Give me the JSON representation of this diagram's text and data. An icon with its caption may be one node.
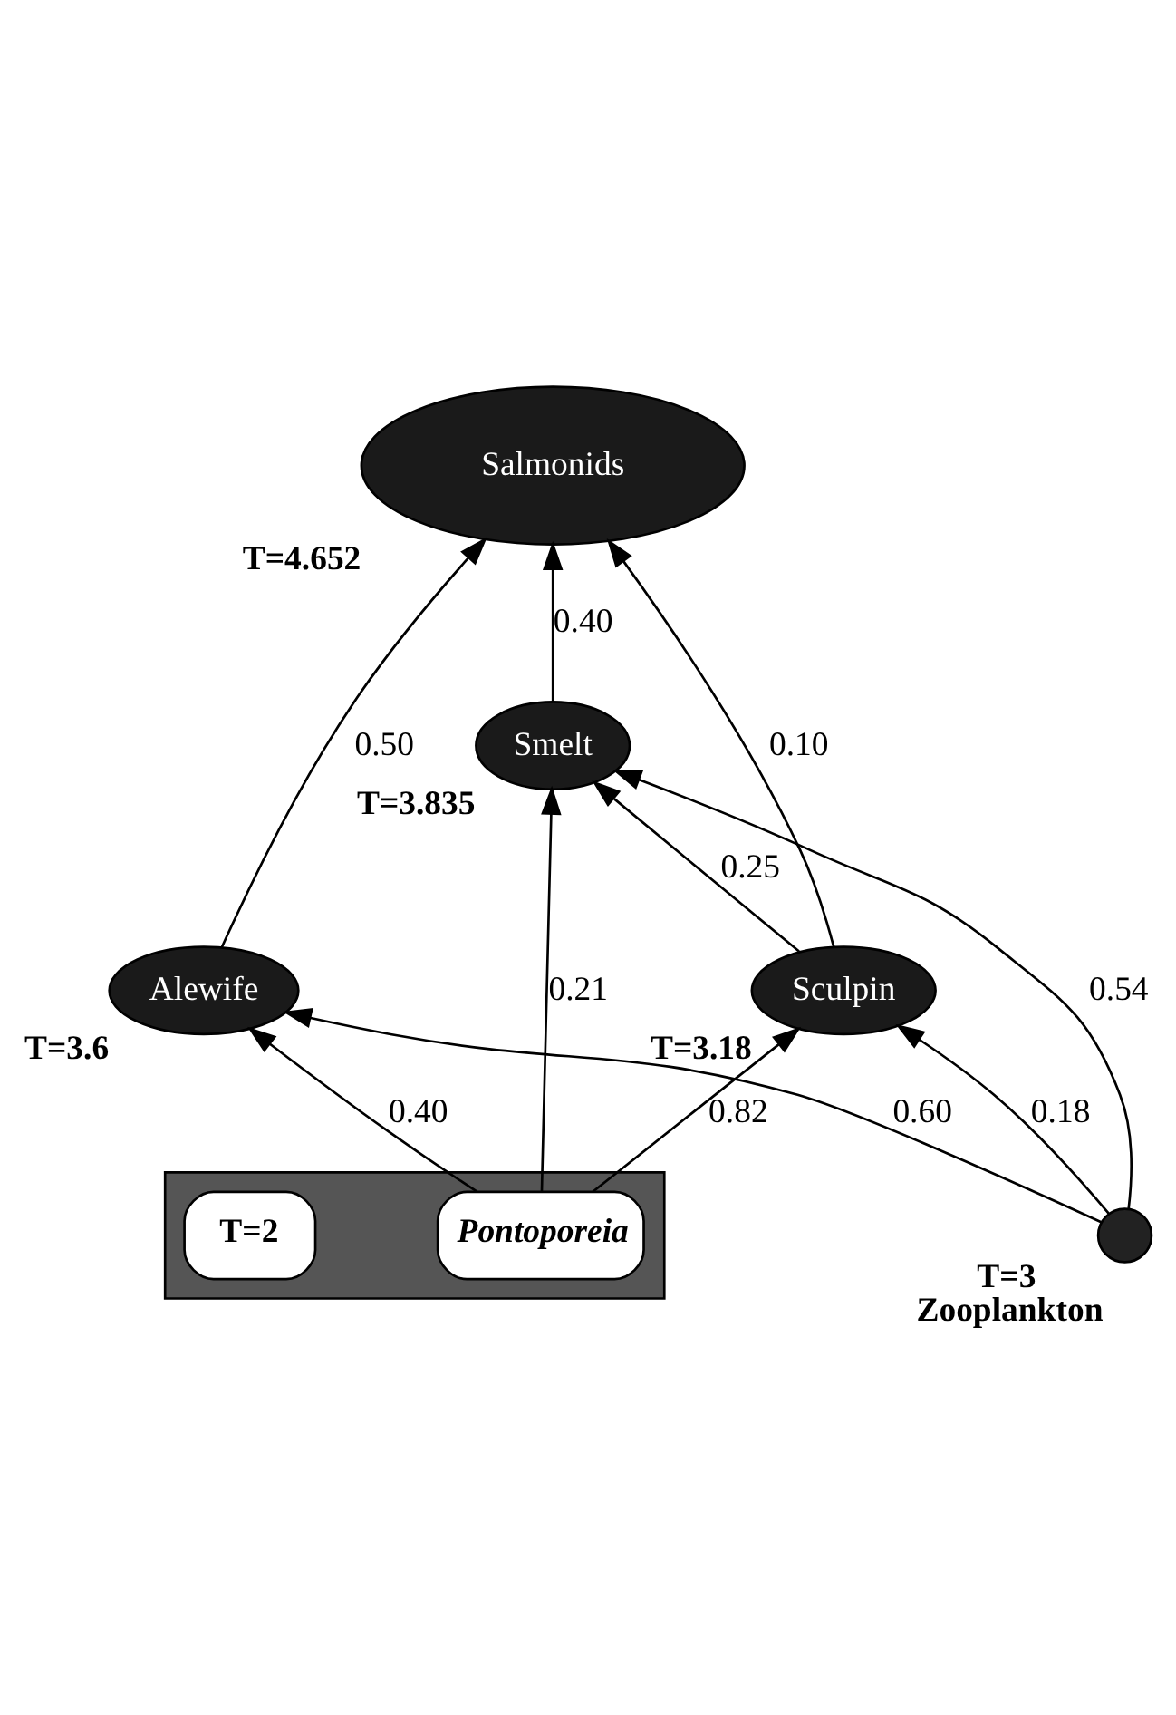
{
  "diagram": {
    "nodes": [
      {
        "text": [
          "Salmonids"
        ],
        "beside": [
          "T=4.652"
        ]
      },
      {
        "text": [
          "Alewife"
        ],
        "beside": [
          "T=3.6"
        ]
      },
      {
        "text": [
          "Smelt"
        ],
        "beside": [
          "T=3.835"
        ]
      },
      {
        "text": [
          "Sculpin"
        ],
        "beside": [
          "T=3.18"
        ]
      },
      {
        "text": [],
        "shape": "circle",
        "beside": [
          "T=3",
          "Zooplankton"
        ]
      },
      {
        "text": [],
        "shape": "band"
      },
      {
        "text": [
          "Pontoporeia"
        ],
        "in": 5
      },
      {
        "text": [
          "T=2"
        ],
        "in": 5
      }
    ],
    "edges": [
      {
        "from": 1,
        "to": 0,
        "arrow": "to",
        "label": "0.50"
      },
      {
        "from": 2,
        "to": 0,
        "arrow": "to",
        "label": "0.40"
      },
      {
        "from": 3,
        "to": 0,
        "arrow": "to",
        "label": "0.10"
      },
      {
        "from": 3,
        "to": 2,
        "arrow": "to",
        "label": "0.25"
      },
      {
        "from": 4,
        "to": 2,
        "arrow": "to",
        "label": "0.54"
      },
      {
        "from": 4,
        "to": 1,
        "arrow": "to",
        "label": "0.60"
      },
      {
        "from": 4,
        "to": 3,
        "arrow": "to",
        "label": "0.18"
      },
      {
        "from": 6,
        "to": 1,
        "arrow": "to",
        "label": "0.40"
      },
      {
        "from": 6,
        "to": 2,
        "arrow": "to",
        "label": "0.21"
      },
      {
        "from": 6,
        "to": 3,
        "arrow": "to",
        "label": "0.82"
      }
    ]
  }
}
